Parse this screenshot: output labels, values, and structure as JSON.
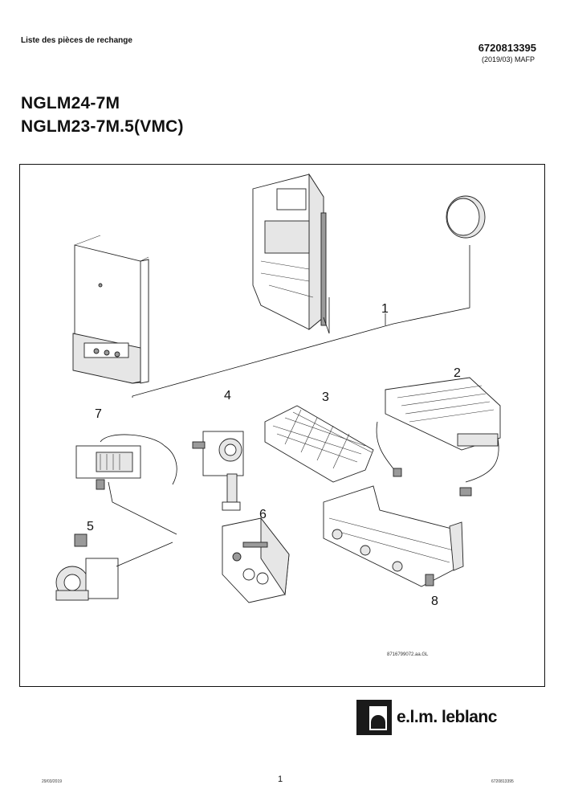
{
  "header": {
    "doc_type": "Liste des pièces de rechange",
    "doc_number": "6720813395",
    "edition": "(2019/03) MAFP"
  },
  "models": [
    "NGLM24-7M",
    "NGLM23-7M.5(VMC)"
  ],
  "diagram": {
    "callouts": [
      "1",
      "2",
      "3",
      "4",
      "5",
      "6",
      "7",
      "8"
    ],
    "drawing_ref": "8716799072.aa.GL"
  },
  "brand": {
    "name": "e.l.m. leblanc"
  },
  "footer": {
    "date": "29/03/2019",
    "page": "1",
    "doc_number": "6720813395"
  }
}
